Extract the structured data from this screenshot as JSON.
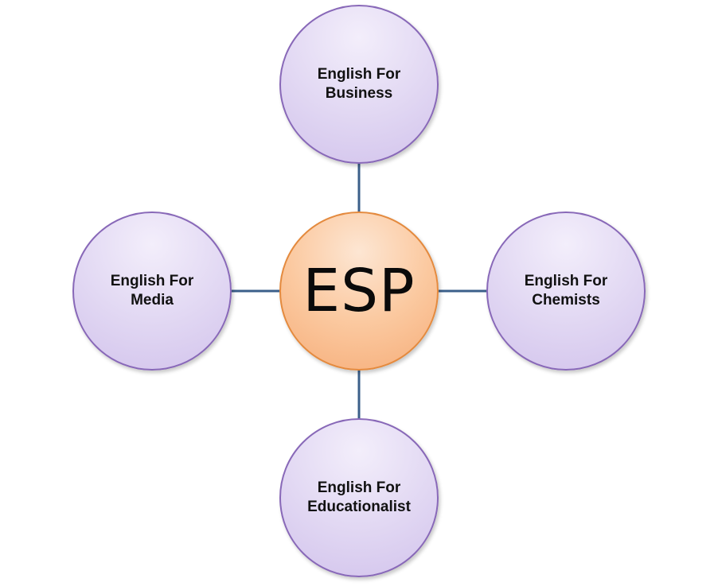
{
  "diagram": {
    "center": {
      "label": "ESP"
    },
    "nodes": {
      "top": {
        "line1": "English For",
        "line2": "Business"
      },
      "left": {
        "line1": "English For",
        "line2": "Media"
      },
      "right": {
        "line1": "English For",
        "line2": "Chemists"
      },
      "bottom": {
        "line1": "English For",
        "line2": "Educationalist"
      }
    },
    "colors": {
      "satellite_fill": "#e4dbf4",
      "satellite_border": "#8868b8",
      "center_fill": "#fbc9a0",
      "center_border": "#e48a3e",
      "connector": "#3b5f8a"
    }
  }
}
